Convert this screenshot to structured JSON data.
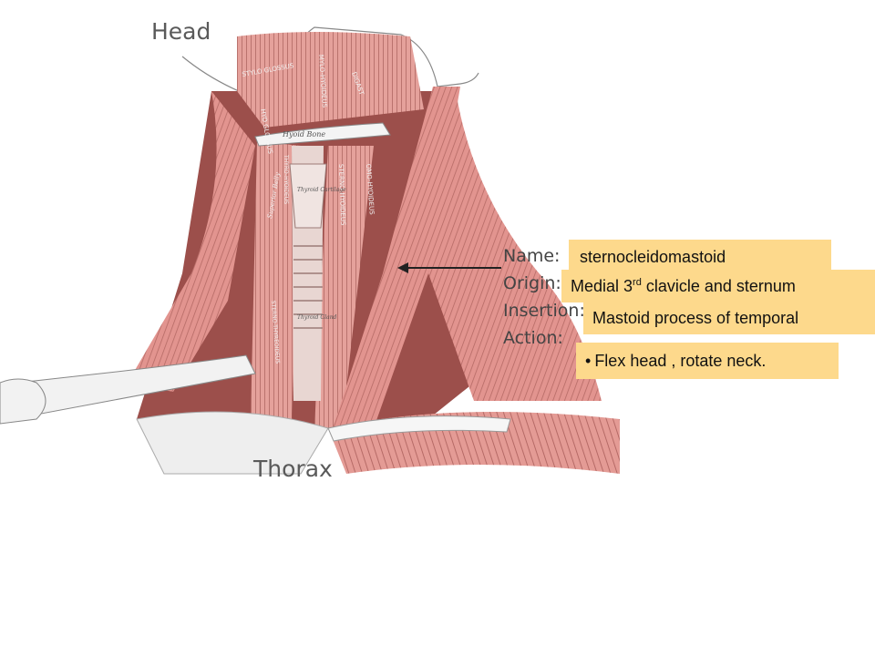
{
  "regions": {
    "head": "Head",
    "thorax": "Thorax"
  },
  "fields": {
    "name_label": "Name:",
    "origin_label": "Origin:",
    "insertion_label": "Insertion:",
    "action_label": "Action:"
  },
  "answers": {
    "name": "sternocleidomastoid",
    "origin_prefix": "Medial 3",
    "origin_sup": "rd",
    "origin_suffix": " clavicle and sternum",
    "insertion": "Mastoid process of temporal",
    "action": "Flex head , rotate neck."
  },
  "muscle_labels": {
    "stylo_glossus": "STYLO GLOSSUS",
    "hyo_glossus": "HYO GLOSSUS",
    "mylo_hyoideus": "MYLO-HYOIDEUS",
    "digastricus": "DIGAST",
    "hyoid_bone": "Hyoid Bone",
    "thyro_hyoideus": "THYRO-HYOIDEUS",
    "sterno_hyoideus": "STERNO-HYOIDEUS",
    "omo_hyoideus": "OMO-HYOIDEUS",
    "sterno_thyreoideus": "STERNO-THYREOIDEUS",
    "superior_belly": "Superior Belly",
    "belly_omo": "Belly OMO",
    "thyroid": "Thyroid Cartilage",
    "thymic": "Thyroid Gland"
  },
  "colors": {
    "muscle": "#e2948f",
    "muscle_dark": "#b56a65",
    "muscle_deep": "#8d4a47",
    "bone": "#f2f2f2",
    "answer_box": "#fdd98c",
    "label_text": "#444444"
  }
}
